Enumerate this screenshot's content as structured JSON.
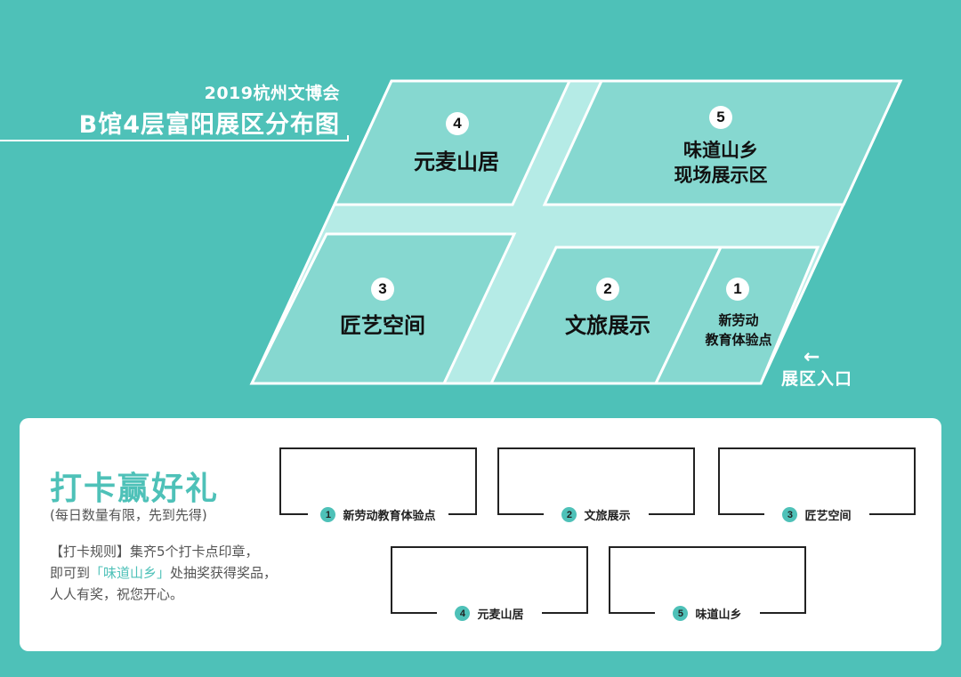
{
  "header": {
    "subtitle": "2019杭州文博会",
    "title": "B馆4层富阳展区分布图"
  },
  "colors": {
    "background": "#4ec1b8",
    "zone_fill": "#86d8d0",
    "corridor_fill": "#b5ebe6",
    "outline": "#ffffff",
    "accent": "#4ec1b8"
  },
  "floor_plan": {
    "zones": [
      {
        "number": "1",
        "line1": "新劳动",
        "line2": "教育体验点"
      },
      {
        "number": "2",
        "line1": "文旅展示",
        "line2": ""
      },
      {
        "number": "3",
        "line1": "匠艺空间",
        "line2": ""
      },
      {
        "number": "4",
        "line1": "元麦山居",
        "line2": ""
      },
      {
        "number": "5",
        "line1": "味道山乡",
        "line2": "现场展示区"
      }
    ],
    "entrance": {
      "arrow": "←",
      "label": "展区入口"
    }
  },
  "checkin": {
    "title": "打卡赢好礼",
    "note": "(每日数量有限，先到先得)",
    "rules_prefix": "【打卡规则】集齐5个打卡点印章，",
    "rules_line2_a": "即可到",
    "rules_highlight": "「味道山乡」",
    "rules_line2_b": "处抽奖获得奖品，",
    "rules_line3": "人人有奖，祝您开心。",
    "stamps": [
      {
        "number": "1",
        "label": "新劳动教育体验点"
      },
      {
        "number": "2",
        "label": "文旅展示"
      },
      {
        "number": "3",
        "label": "匠艺空间"
      },
      {
        "number": "4",
        "label": "元麦山居"
      },
      {
        "number": "5",
        "label": "味道山乡"
      }
    ]
  }
}
